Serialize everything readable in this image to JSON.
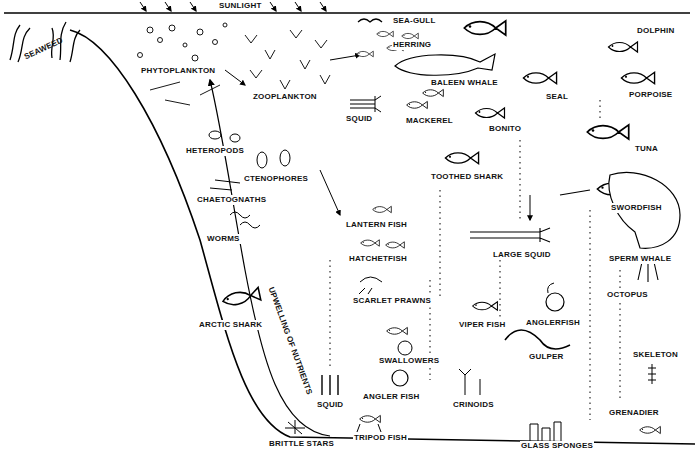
{
  "diagram": {
    "labels": [
      "SUNLIGHT",
      "SEA-GULL",
      "SEAWEED",
      "PHYTOPLANKTON",
      "ZOOPLANKTON",
      "HERRING",
      "BALEEN WHALE",
      "DOLPHIN",
      "SEAL",
      "PORPOISE",
      "TUNA",
      "SQUID",
      "MACKEREL",
      "BONITO",
      "TOOTHED SHARK",
      "SWORDFISH",
      "SPERM WHALE",
      "HETEROPODS",
      "CTENOPHORES",
      "CHAETOGNATHS",
      "WORMS",
      "LANTERN FISH",
      "HATCHETFISH",
      "LARGE SQUID",
      "OCTOPUS",
      "ARCTIC SHARK",
      "SCARLET PRAWNS",
      "VIPER FISH",
      "ANGLERFISH",
      "SWALLOWERS",
      "GULPER",
      "SKELETON",
      "ANGLER FISH",
      "CRINOIDS",
      "SQUID",
      "GRENADIER",
      "BRITTLE STARS",
      "TRIPOD FISH",
      "GLASS SPONGES",
      "UPWELLING OF NUTRIENTS"
    ]
  }
}
